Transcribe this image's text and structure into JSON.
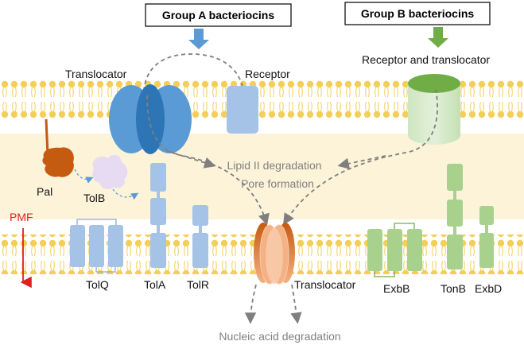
{
  "titles": {
    "group_a": "Group A bacteriocins",
    "group_b": "Group B bacteriocins"
  },
  "labels": {
    "translocator_top": "Translocator",
    "receptor": "Receptor",
    "receptor_and_translocator": "Receptor and translocator",
    "lipid_ii": "Lipid II degradation",
    "pore_formation": "Pore formation",
    "pal": "Pal",
    "tolb": "TolB",
    "pmf": "PMF",
    "tolq": "TolQ",
    "tola": "TolA",
    "tolr": "TolR",
    "translocator_bottom": "Translocator",
    "exbb": "ExbB",
    "tonb": "TonB",
    "exbd": "ExbD",
    "nucleic_acid": "Nucleic acid degradation"
  },
  "colors": {
    "membrane_head": "#f3cf5a",
    "periplasm": "#fdf3d9",
    "blue_protein": "#a4c3e6",
    "blue_dark": "#4a7fc1",
    "green_protein": "#a9d18e",
    "orange_pal": "#c55a11",
    "lavender_tolb": "#e6dbf2",
    "arrow_blue": "#5b9bd5",
    "arrow_green": "#70ad47",
    "pmf_red": "#e02020",
    "text_gray": "#808080"
  }
}
